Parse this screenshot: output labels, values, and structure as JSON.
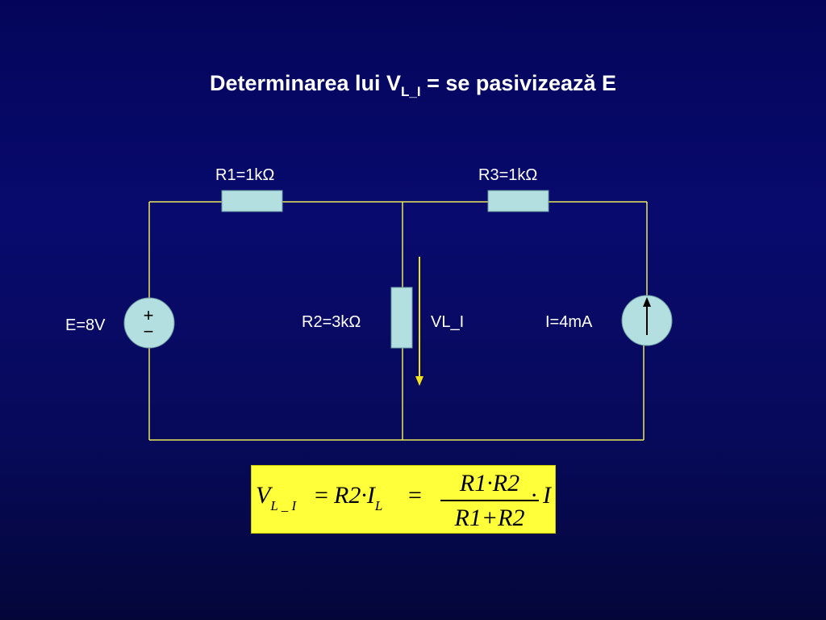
{
  "slide": {
    "title_main": "Determinarea lui V",
    "title_sub": "L_I",
    "title_rest": " = se pasivizează E"
  },
  "circuit": {
    "r1_label": "R1=1kΩ",
    "r3_label": "R3=1kΩ",
    "r2_label": "R2=3kΩ",
    "e_label": "E=8V",
    "vl_label": "VL_I",
    "i_label": "I=4mA",
    "plus_sign": "+",
    "minus_sign": "−",
    "colors": {
      "wire": "#e8e85a",
      "component_fill": "#b3dfe0",
      "arrow": "#f0e020"
    }
  },
  "formula": {
    "v": "V",
    "v_sub": "L _ I",
    "eq1": "=",
    "r2": "R2·I",
    "il_sub": "L",
    "eq2": "=",
    "numerator": "R1·R2",
    "denominator": "R1+R2",
    "tail": "· I",
    "background": "#ffff3a"
  }
}
